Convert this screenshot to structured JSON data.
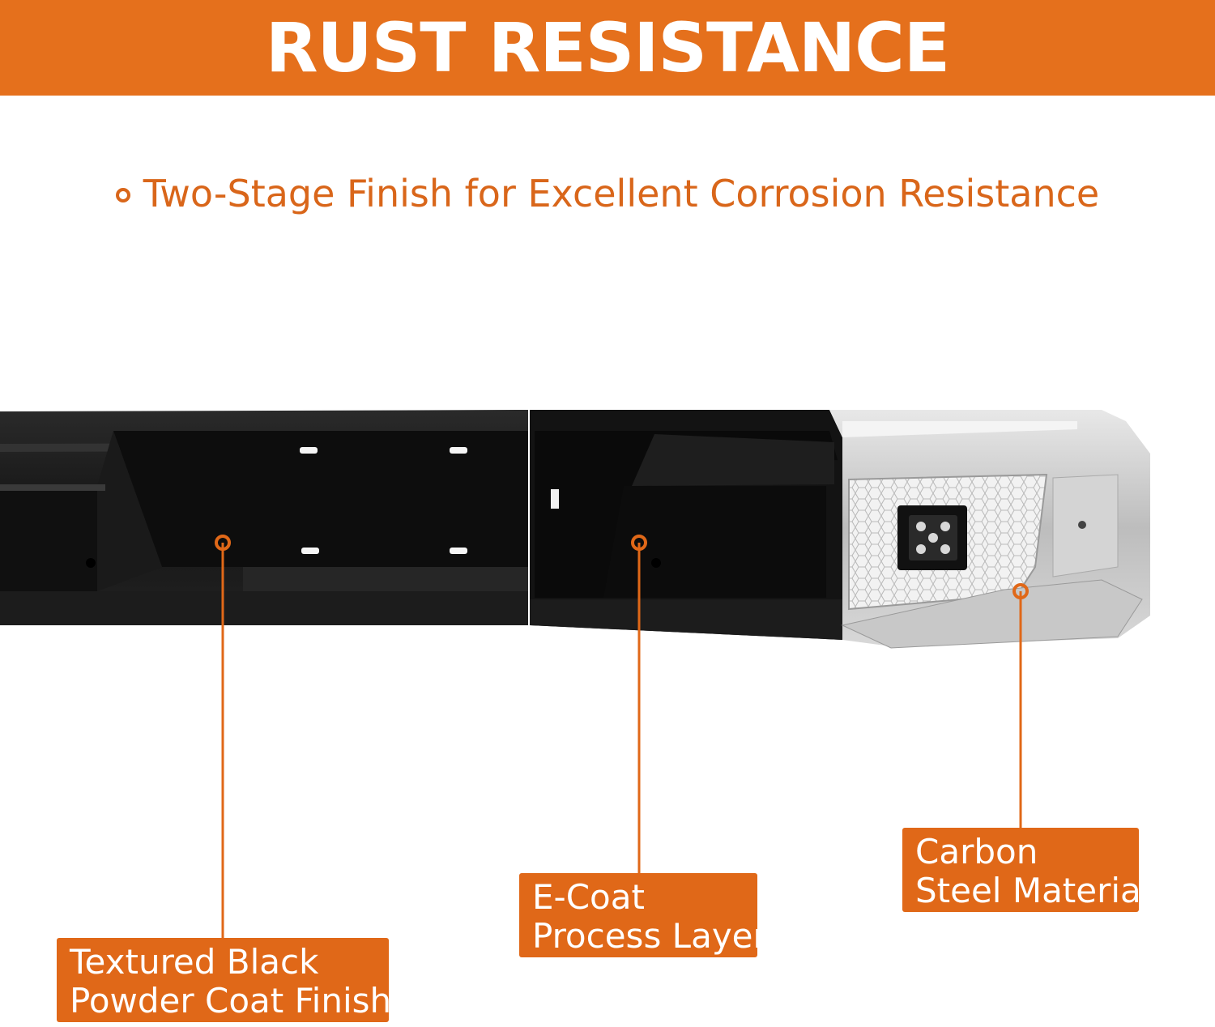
{
  "banner": {
    "title": "RUST RESISTANCE"
  },
  "subtitle": {
    "text": "Two-Stage Finish for Excellent Corrosion Resistance"
  },
  "callouts": [
    {
      "line1": "Textured Black",
      "line2": "Powder Coat Finish"
    },
    {
      "line1": "E-Coat",
      "line2": "Process Layer"
    },
    {
      "line1": "Carbon",
      "line2": "Steel Material"
    }
  ],
  "colors": {
    "accent": "#e5701c",
    "callout_bg": "#e06818",
    "steel_black": "#1c1c1c",
    "steel_silver": "#c9c9c9"
  }
}
